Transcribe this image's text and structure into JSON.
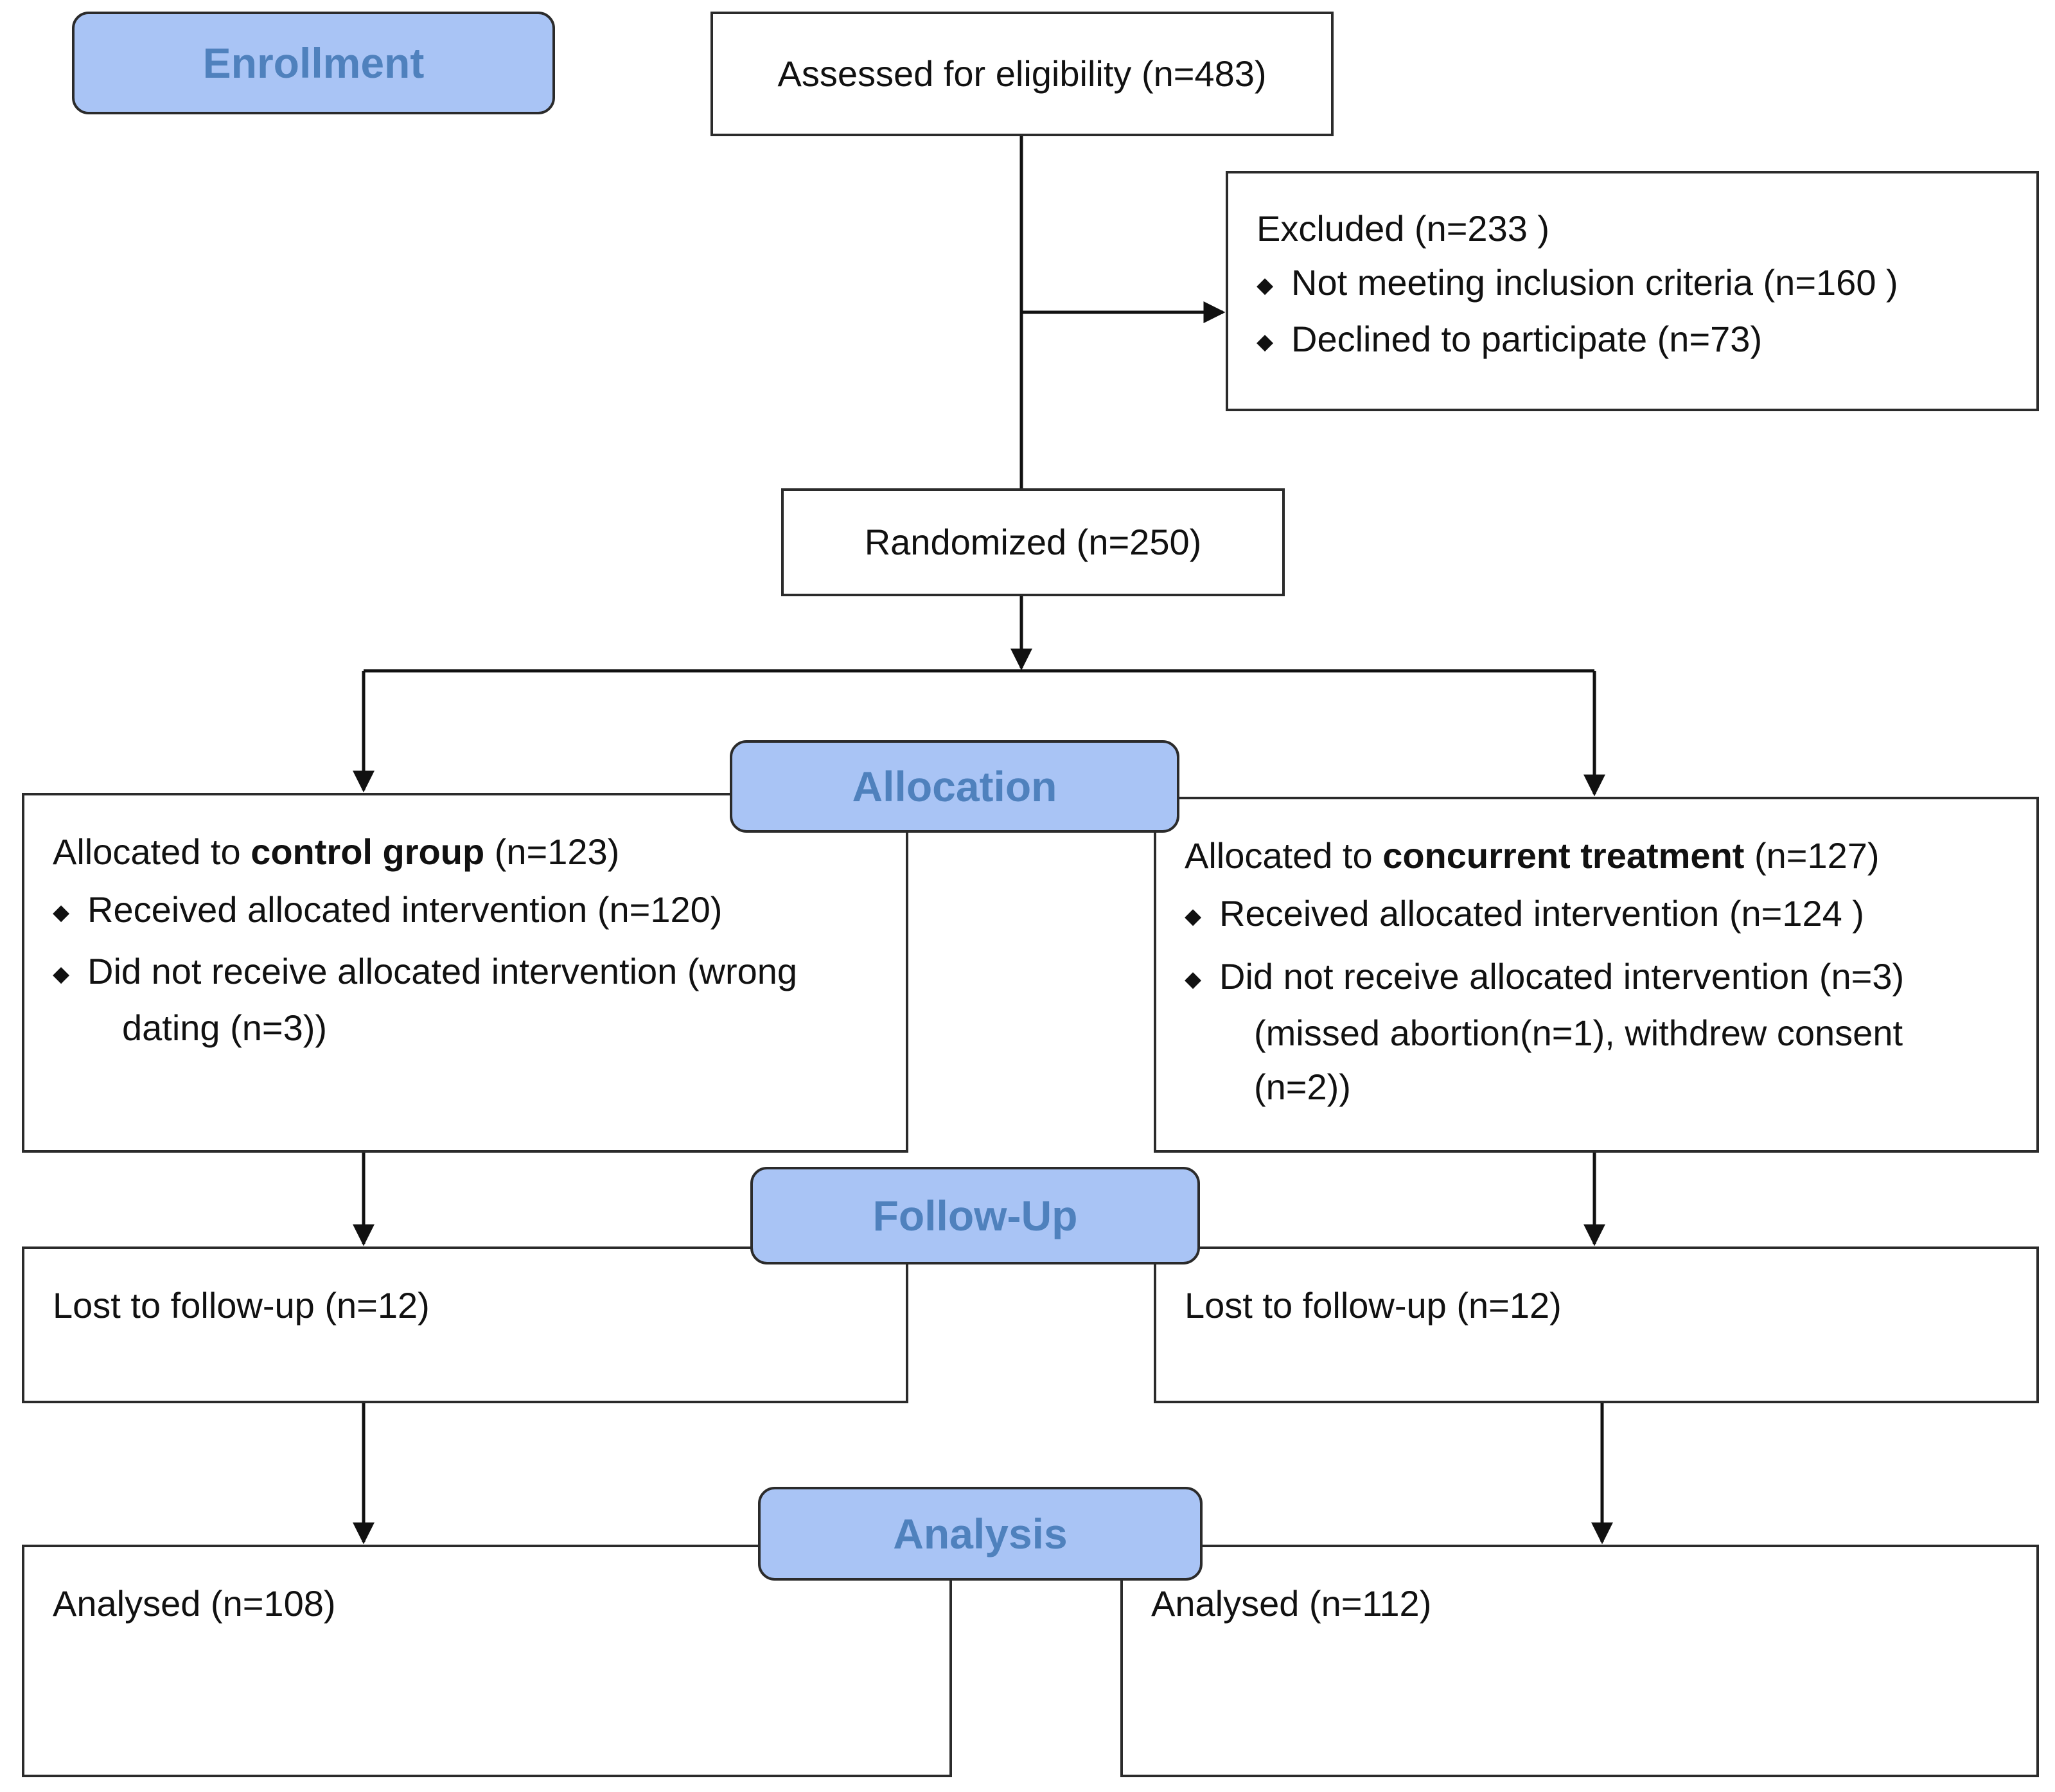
{
  "theme": {
    "phase_fill": "#a9c4f5",
    "phase_text": "#4f81bd",
    "line_color": "#111111",
    "box_border": "#2b2b2b"
  },
  "phases": {
    "enrollment": "Enrollment",
    "allocation": "Allocation",
    "follow_up": "Follow-Up",
    "analysis": "Analysis"
  },
  "assessed": "Assessed for eligibility (n=483)",
  "excluded": {
    "title": "Excluded (n=233 )",
    "items": [
      "Not meeting inclusion criteria (n=160  )",
      "Declined to participate (n=73)"
    ]
  },
  "randomized": "Randomized (n=250)",
  "control": {
    "prefix": "Allocated to ",
    "group": "control group",
    "count": " (n=123)",
    "received": "Received allocated intervention (n=120)",
    "not_received": "Did not receive allocated intervention (wrong",
    "not_received_cont": "dating (n=3))",
    "lost": "Lost to follow-up (n=12)",
    "analysed": "Analysed (n=108)"
  },
  "treatment": {
    "prefix": "Allocated to ",
    "group": "concurrent treatment",
    "count": " (n=127)",
    "received": "Received allocated intervention (n=124 )",
    "not_received": "Did not receive allocated intervention (n=3)",
    "not_received_cont1": "(missed abortion(n=1), withdrew consent",
    "not_received_cont2": "(n=2))",
    "lost": "Lost to follow-up (n=12)",
    "analysed": "Analysed (n=112)"
  },
  "bullet_glyph": "◆"
}
